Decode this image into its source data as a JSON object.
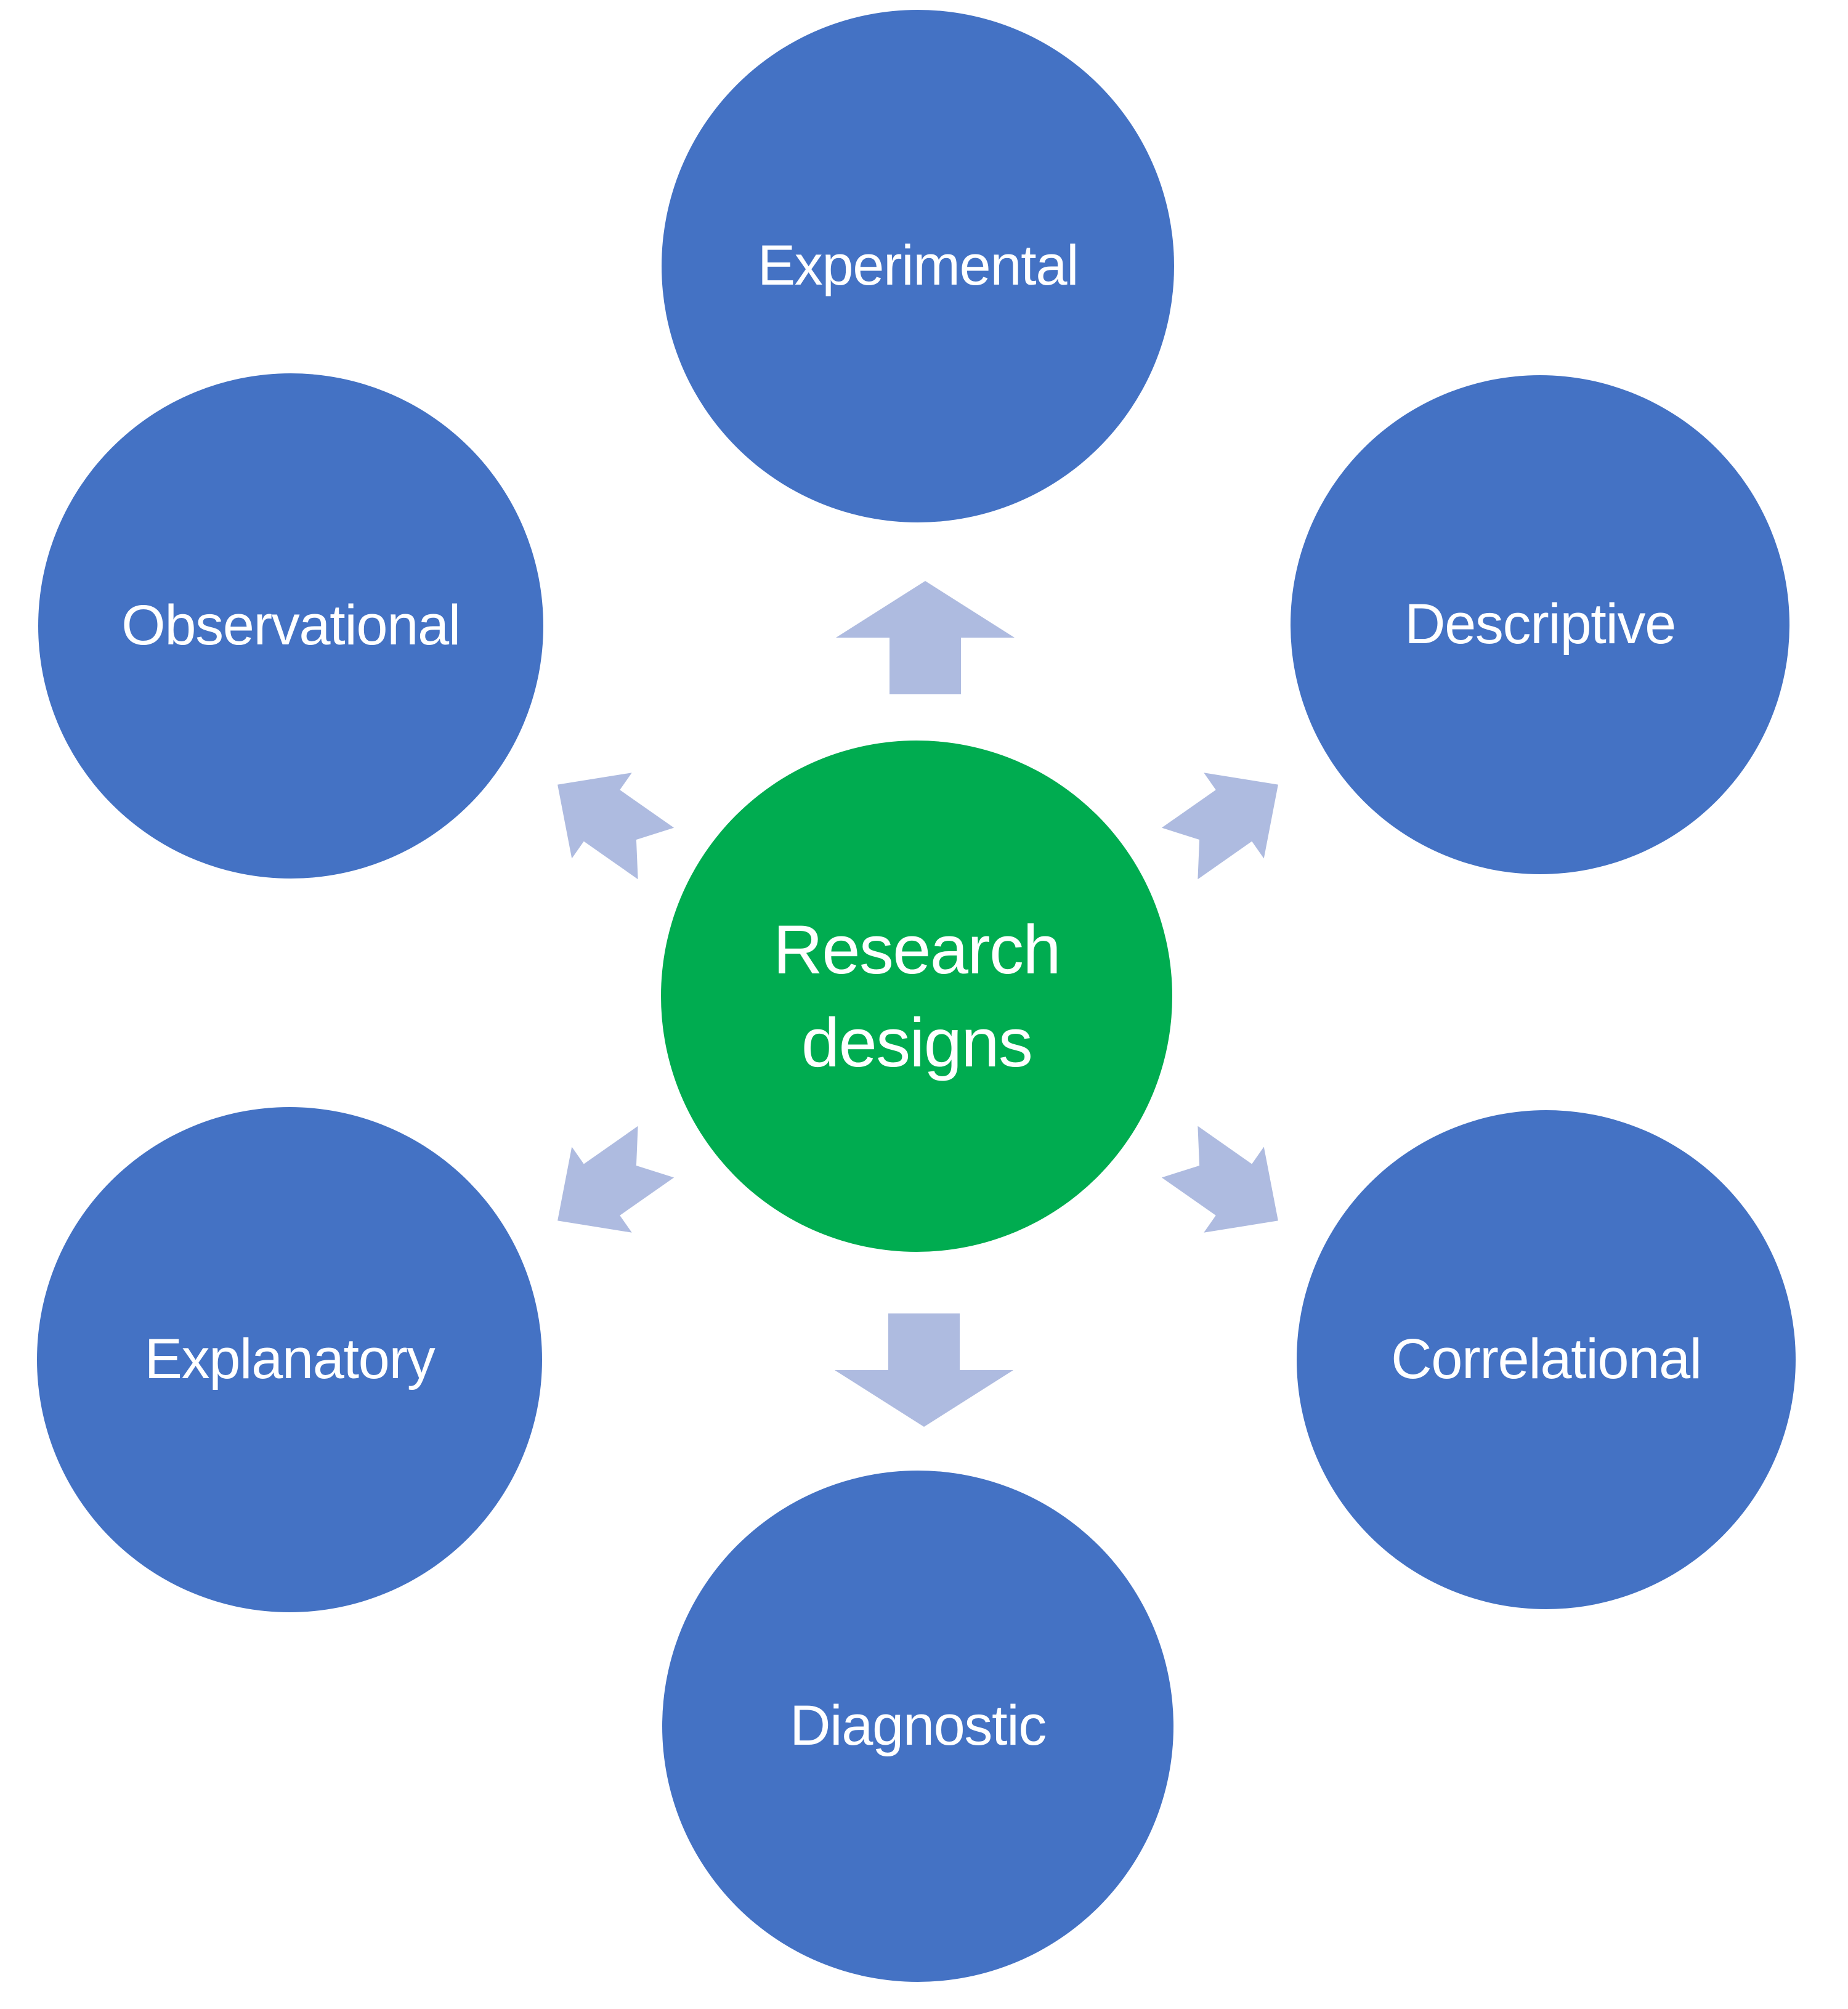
{
  "diagram": {
    "type": "radial-diverging",
    "center": {
      "label": "Research designs"
    },
    "nodes": [
      {
        "id": "experimental",
        "label": "Experimental",
        "position": "top"
      },
      {
        "id": "descriptive",
        "label": "Descriptive",
        "position": "top-right"
      },
      {
        "id": "correlational",
        "label": "Correlational",
        "position": "bottom-right"
      },
      {
        "id": "diagnostic",
        "label": "Diagnostic",
        "position": "bottom"
      },
      {
        "id": "explanatory",
        "label": "Explanatory",
        "position": "bottom-left"
      },
      {
        "id": "observational",
        "label": "Observational",
        "position": "top-left"
      }
    ],
    "arrows": [
      {
        "direction": "up"
      },
      {
        "direction": "up-right"
      },
      {
        "direction": "down-right"
      },
      {
        "direction": "down"
      },
      {
        "direction": "down-left"
      },
      {
        "direction": "up-left"
      }
    ],
    "colors": {
      "center_fill": "#00AC50",
      "node_fill": "#4472C4",
      "arrow_fill": "#AEBBE0",
      "text": "#FFFFFF",
      "background": "#FFFFFF"
    }
  }
}
